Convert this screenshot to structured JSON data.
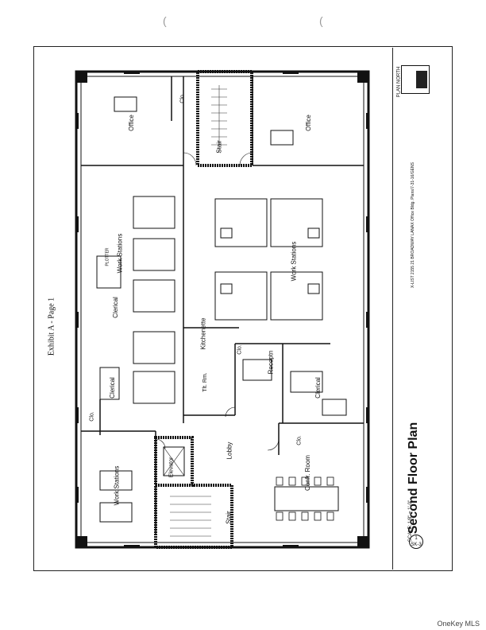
{
  "exhibit_label": "Exhibit A - Page 1",
  "title": "Second Floor Plan",
  "scale": "SCALE: 1/8\" = 1'-0\"",
  "sheet_number": "1",
  "sheet_ref": "SK-3",
  "north_label": "PLAN NORTH",
  "project_line": "X-LIST 2155 21 BROADWAY LANAX Office Bldg. Plans/7-31-16/GENS",
  "watermark": "OneKey MLS",
  "rooms": {
    "office_top_left": "Office",
    "office_top_right": "Office",
    "clo_top": "Clo.",
    "stair_top": "Stair",
    "work_stations_left": "Work Stations",
    "work_stations_right": "Work Stations",
    "clerical_1": "Clerical",
    "clerical_2": "Clerical",
    "clerical_3": "Clerical",
    "kitchenette": "Kitchenette",
    "clo_kitchen": "Clo.",
    "reception": "Receptn",
    "tlt": "Tlt. Rm.",
    "clo_left": "Clo.",
    "elevator": "Elevator",
    "lobby": "Lobby",
    "stair_bottom": "Stair",
    "clo_conf": "Clo.",
    "conf_room": "Confr. Room",
    "work_stations_bottom": "Work Stations",
    "plotter": "PLOTTER"
  }
}
